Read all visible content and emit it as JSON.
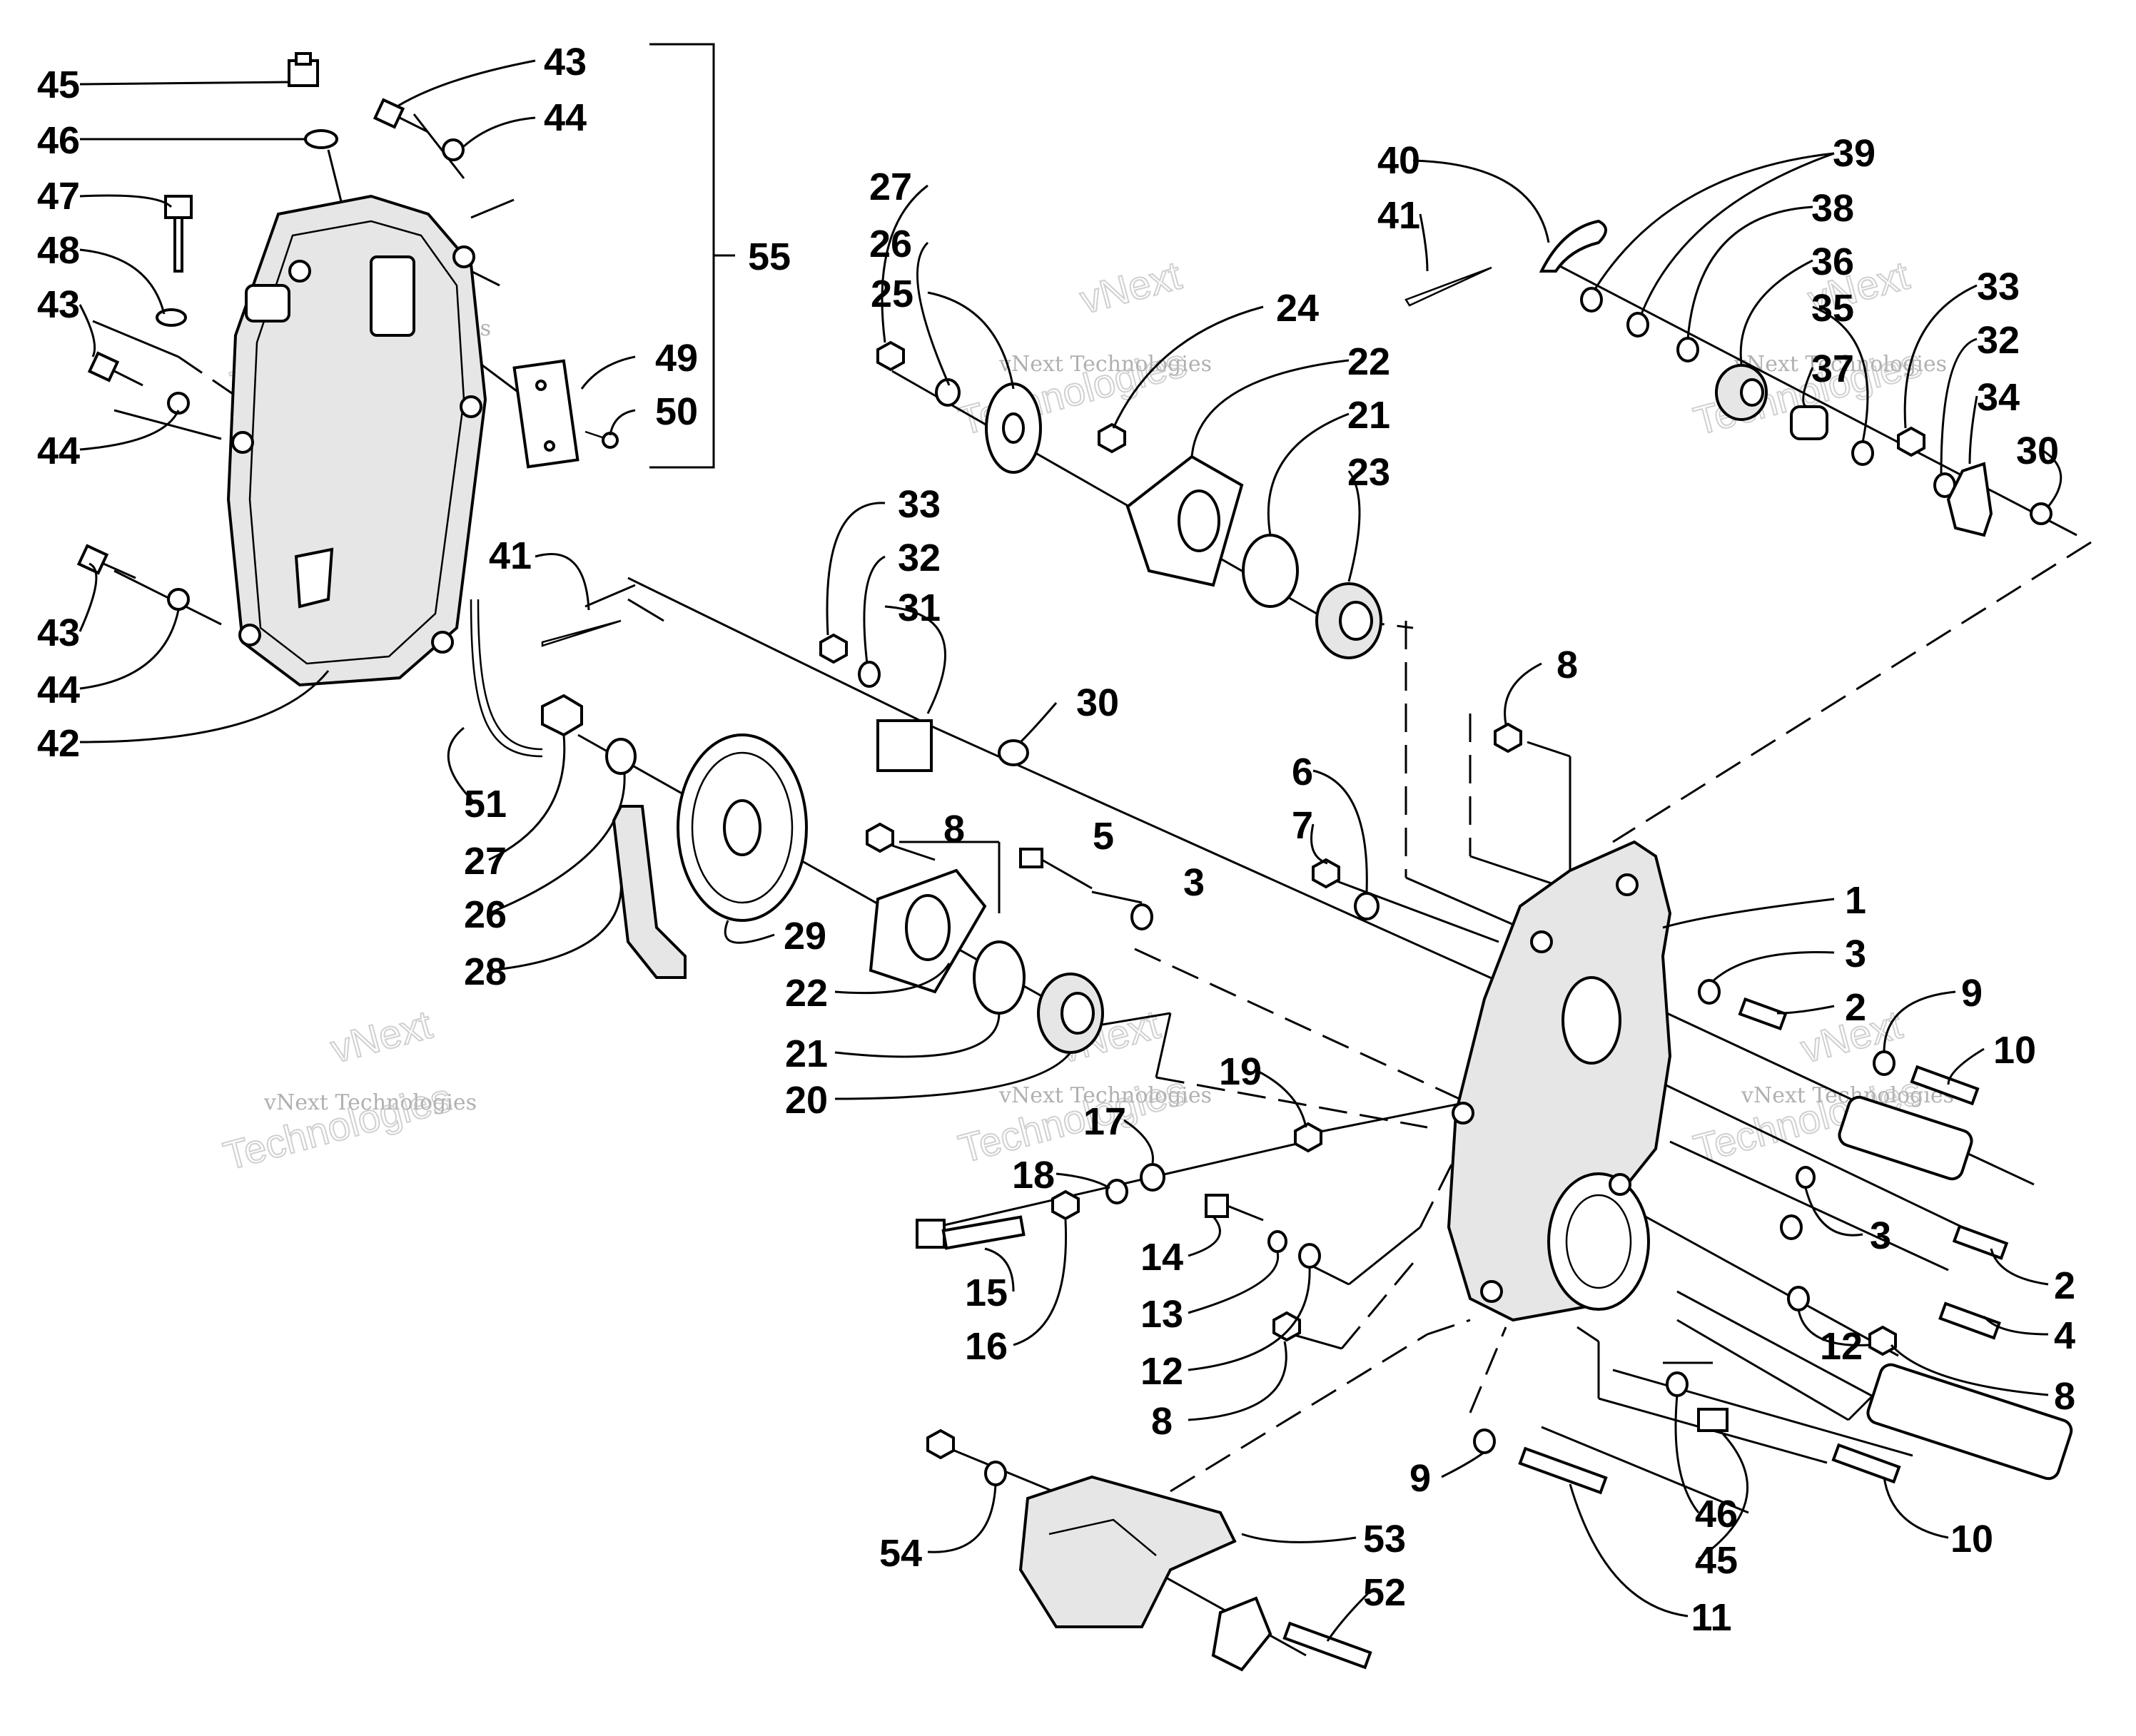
{
  "watermark": {
    "brand": "vNext",
    "text": "vNext Technologies",
    "word": "Technologies"
  },
  "callouts": [
    {
      "id": "c45a",
      "text": "45"
    },
    {
      "id": "c46a",
      "text": "46"
    },
    {
      "id": "c47",
      "text": "47"
    },
    {
      "id": "c48",
      "text": "48"
    },
    {
      "id": "c43a",
      "text": "43"
    },
    {
      "id": "c44a",
      "text": "44"
    },
    {
      "id": "c43b",
      "text": "43"
    },
    {
      "id": "c44b",
      "text": "44"
    },
    {
      "id": "c42",
      "text": "42"
    },
    {
      "id": "c43c",
      "text": "43"
    },
    {
      "id": "c44c",
      "text": "44"
    },
    {
      "id": "c43d",
      "text": "43"
    },
    {
      "id": "c44d",
      "text": "44"
    },
    {
      "id": "c55",
      "text": "55"
    },
    {
      "id": "c49",
      "text": "49"
    },
    {
      "id": "c50",
      "text": "50"
    },
    {
      "id": "c41a",
      "text": "41"
    },
    {
      "id": "c51",
      "text": "51"
    },
    {
      "id": "c27a",
      "text": "27"
    },
    {
      "id": "c26a",
      "text": "26"
    },
    {
      "id": "c28",
      "text": "28"
    },
    {
      "id": "c29",
      "text": "29"
    },
    {
      "id": "c22a",
      "text": "22"
    },
    {
      "id": "c21a",
      "text": "21"
    },
    {
      "id": "c20",
      "text": "20"
    },
    {
      "id": "c33a",
      "text": "33"
    },
    {
      "id": "c32a",
      "text": "32"
    },
    {
      "id": "c31",
      "text": "31"
    },
    {
      "id": "c30a",
      "text": "30"
    },
    {
      "id": "c8a",
      "text": "8"
    },
    {
      "id": "c5",
      "text": "5"
    },
    {
      "id": "c3a",
      "text": "3"
    },
    {
      "id": "c27b",
      "text": "27"
    },
    {
      "id": "c26b",
      "text": "26"
    },
    {
      "id": "c25",
      "text": "25"
    },
    {
      "id": "c24",
      "text": "24"
    },
    {
      "id": "c22b",
      "text": "22"
    },
    {
      "id": "c21b",
      "text": "21"
    },
    {
      "id": "c23",
      "text": "23"
    },
    {
      "id": "c40",
      "text": "40"
    },
    {
      "id": "c41b",
      "text": "41"
    },
    {
      "id": "c39",
      "text": "39"
    },
    {
      "id": "c38",
      "text": "38"
    },
    {
      "id": "c36",
      "text": "36"
    },
    {
      "id": "c35",
      "text": "35"
    },
    {
      "id": "c37",
      "text": "37"
    },
    {
      "id": "c33b",
      "text": "33"
    },
    {
      "id": "c32b",
      "text": "32"
    },
    {
      "id": "c34",
      "text": "34"
    },
    {
      "id": "c30b",
      "text": "30"
    },
    {
      "id": "c8b",
      "text": "8"
    },
    {
      "id": "c6",
      "text": "6"
    },
    {
      "id": "c7",
      "text": "7"
    },
    {
      "id": "c1",
      "text": "1"
    },
    {
      "id": "c3b",
      "text": "3"
    },
    {
      "id": "c2a",
      "text": "2"
    },
    {
      "id": "c9a",
      "text": "9"
    },
    {
      "id": "c10a",
      "text": "10"
    },
    {
      "id": "c19",
      "text": "19"
    },
    {
      "id": "c17",
      "text": "17"
    },
    {
      "id": "c18",
      "text": "18"
    },
    {
      "id": "c15",
      "text": "15"
    },
    {
      "id": "c16",
      "text": "16"
    },
    {
      "id": "c14",
      "text": "14"
    },
    {
      "id": "c13",
      "text": "13"
    },
    {
      "id": "c12a",
      "text": "12"
    },
    {
      "id": "c8c",
      "text": "8"
    },
    {
      "id": "c3c",
      "text": "3"
    },
    {
      "id": "c2b",
      "text": "2"
    },
    {
      "id": "c4",
      "text": "4"
    },
    {
      "id": "c12b",
      "text": "12"
    },
    {
      "id": "c8d",
      "text": "8"
    },
    {
      "id": "c9b",
      "text": "9"
    },
    {
      "id": "c46b",
      "text": "46"
    },
    {
      "id": "c45b",
      "text": "45"
    },
    {
      "id": "c10b",
      "text": "10"
    },
    {
      "id": "c11",
      "text": "11"
    },
    {
      "id": "c54",
      "text": "54"
    },
    {
      "id": "c53",
      "text": "53"
    },
    {
      "id": "c52",
      "text": "52"
    }
  ]
}
